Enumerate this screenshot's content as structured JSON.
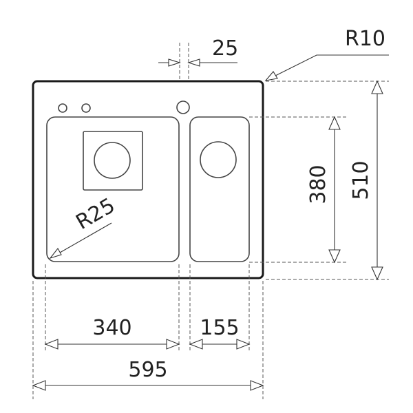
{
  "drawing": {
    "dimensions": {
      "gap_between_bowls": "25",
      "corner_radius_outer": "R10",
      "corner_radius_bowl": "R25",
      "small_bowl_depth": "380",
      "overall_depth": "510",
      "large_bowl_width": "340",
      "small_bowl_width": "155",
      "overall_width": "595"
    }
  }
}
